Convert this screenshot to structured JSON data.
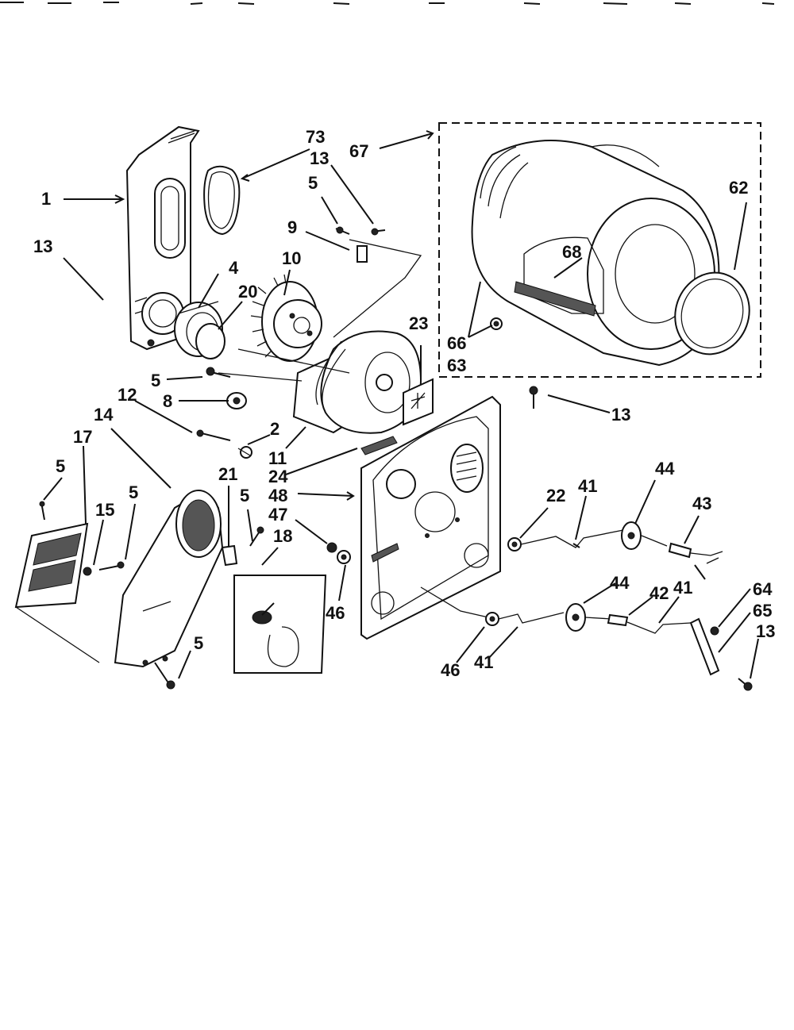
{
  "diagram": {
    "colors": {
      "ink": "#111111",
      "background": "#ffffff"
    },
    "callouts": [
      {
        "id": "c1",
        "label": "1"
      },
      {
        "id": "c13a",
        "label": "13"
      },
      {
        "id": "c73",
        "label": "73"
      },
      {
        "id": "c13b",
        "label": "13"
      },
      {
        "id": "c5a",
        "label": "5"
      },
      {
        "id": "c9",
        "label": "9"
      },
      {
        "id": "c10",
        "label": "10"
      },
      {
        "id": "c4",
        "label": "4"
      },
      {
        "id": "c20",
        "label": "20"
      },
      {
        "id": "c67",
        "label": "67"
      },
      {
        "id": "c62",
        "label": "62"
      },
      {
        "id": "c68",
        "label": "68"
      },
      {
        "id": "c66",
        "label": "66"
      },
      {
        "id": "c63",
        "label": "63"
      },
      {
        "id": "c23",
        "label": "23"
      },
      {
        "id": "c5b",
        "label": "5"
      },
      {
        "id": "c8",
        "label": "8"
      },
      {
        "id": "c12",
        "label": "12"
      },
      {
        "id": "c2",
        "label": "2"
      },
      {
        "id": "c11",
        "label": "11"
      },
      {
        "id": "c24",
        "label": "24"
      },
      {
        "id": "c48",
        "label": "48"
      },
      {
        "id": "c47",
        "label": "47"
      },
      {
        "id": "c13c",
        "label": "13"
      },
      {
        "id": "c14",
        "label": "14"
      },
      {
        "id": "c17",
        "label": "17"
      },
      {
        "id": "c5c",
        "label": "5"
      },
      {
        "id": "c15",
        "label": "15"
      },
      {
        "id": "c5d",
        "label": "5"
      },
      {
        "id": "c21",
        "label": "21"
      },
      {
        "id": "c5e",
        "label": "5"
      },
      {
        "id": "c18",
        "label": "18"
      },
      {
        "id": "c46a",
        "label": "46"
      },
      {
        "id": "c22",
        "label": "22"
      },
      {
        "id": "c41a",
        "label": "41"
      },
      {
        "id": "c44a",
        "label": "44"
      },
      {
        "id": "c43",
        "label": "43"
      },
      {
        "id": "c44b",
        "label": "44"
      },
      {
        "id": "c42",
        "label": "42"
      },
      {
        "id": "c41b",
        "label": "41"
      },
      {
        "id": "c64",
        "label": "64"
      },
      {
        "id": "c65",
        "label": "65"
      },
      {
        "id": "c13d",
        "label": "13"
      },
      {
        "id": "c46b",
        "label": "46"
      },
      {
        "id": "c41c",
        "label": "41"
      },
      {
        "id": "c5f",
        "label": "5"
      }
    ]
  }
}
